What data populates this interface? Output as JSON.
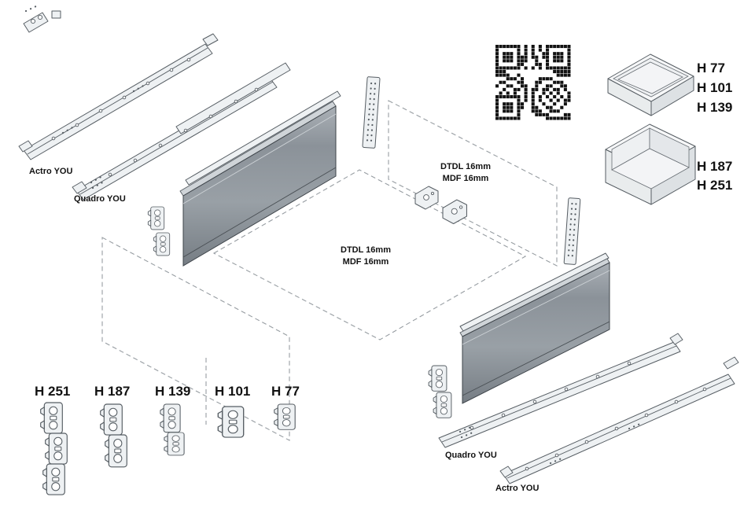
{
  "diagram": {
    "rails": {
      "top_left": {
        "outer": "Actro YOU",
        "inner": "Quadro YOU"
      },
      "bottom_right": {
        "inner": "Quadro YOU",
        "outer": "Actro YOU"
      }
    },
    "panels": {
      "back": {
        "line1": "DTDL 16mm",
        "line2": "MDF 16mm"
      },
      "bottom": {
        "line1": "DTDL 16mm",
        "line2": "MDF 16mm"
      }
    },
    "drawer_heights": {
      "shallow": [
        "H 77",
        "H 101",
        "H 139"
      ],
      "deep": [
        "H 187",
        "H 251"
      ]
    },
    "front_brackets": [
      "H 251",
      "H 187",
      "H 139",
      "H 101",
      "H 77"
    ],
    "icons": {
      "qr": "qr-code-icon"
    },
    "colors": {
      "line": "#565d63",
      "panel_dark": "#868d94",
      "panel_light": "#eef1f3",
      "dash": "#979da2",
      "qr": "#121212"
    }
  }
}
